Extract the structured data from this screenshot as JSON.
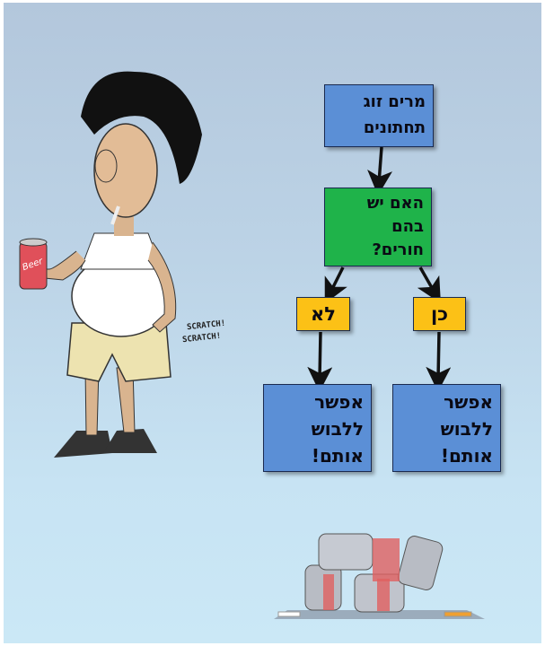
{
  "flowchart": {
    "start": "מרים זוג\nתחתונים",
    "question": "האם יש\nבהם\nחורים?",
    "no_label": "לא",
    "yes_label": "כן",
    "no_result": "אפשר\nללבוש\nאותם!",
    "yes_result": "אפשר\nללבוש\nאותם!"
  },
  "illustration": {
    "can_label": "Beer",
    "scratch_1": "SCRATCH!",
    "scratch_2": "SCRATCH!"
  },
  "colors": {
    "process": "#5b8fd6",
    "decision": "#1fb34a",
    "answer": "#fcc116"
  }
}
